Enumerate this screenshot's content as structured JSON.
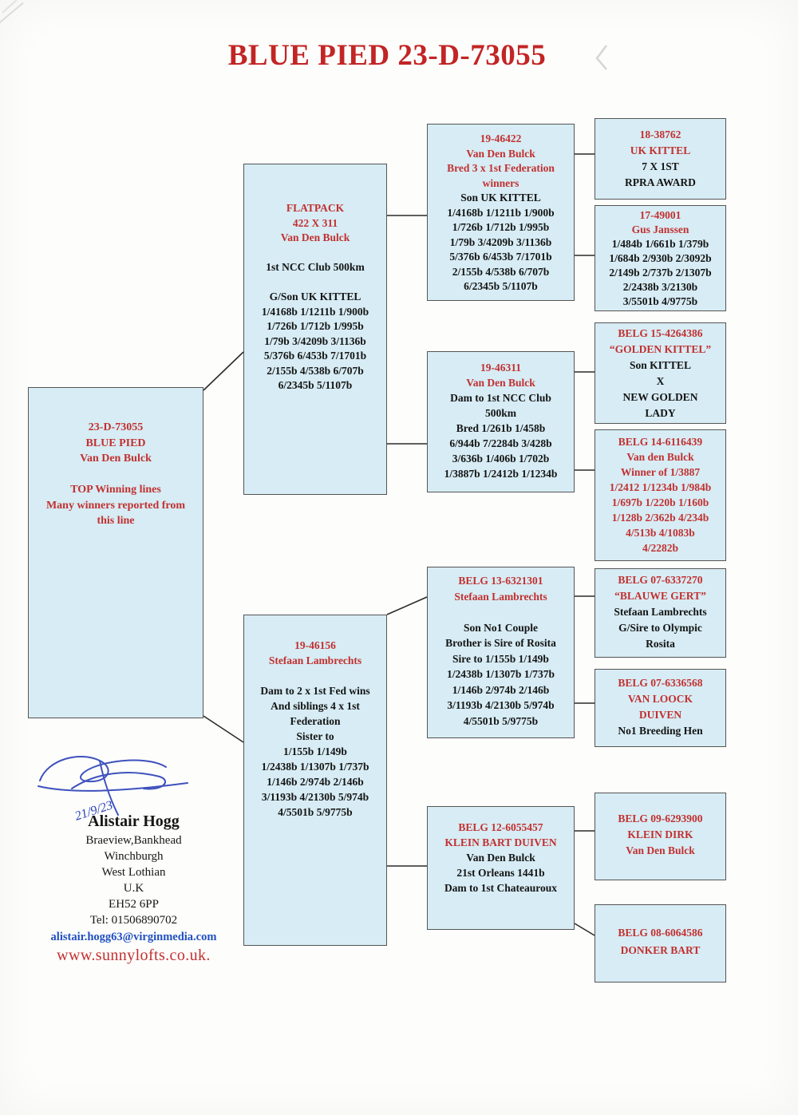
{
  "title": "BLUE PIED 23-D-73055",
  "colors": {
    "title_red": "#c22525",
    "box_header_red": "#c23030",
    "body_black": "#141414",
    "box_fill": "#d7ecf4",
    "box_border": "#555555",
    "email_blue": "#1f4fc0",
    "website_red": "#c23030",
    "signature_blue": "#2a3fb8"
  },
  "boxes": {
    "subject": {
      "lines": [
        {
          "t": "23-D-73055",
          "c": "r"
        },
        {
          "t": "BLUE PIED",
          "c": "r"
        },
        {
          "t": "Van Den Bulck",
          "c": "r"
        },
        {
          "t": "",
          "c": "s"
        },
        {
          "t": "TOP Winning lines",
          "c": "r"
        },
        {
          "t": "Many winners reported from",
          "c": "r"
        },
        {
          "t": "this line",
          "c": "r"
        }
      ]
    },
    "flatpack": {
      "lines": [
        {
          "t": "FLATPACK",
          "c": "r"
        },
        {
          "t": "422 X 311",
          "c": "r"
        },
        {
          "t": "Van Den Bulck",
          "c": "r"
        },
        {
          "t": "",
          "c": "s"
        },
        {
          "t": "1st NCC Club 500km",
          "c": "b"
        },
        {
          "t": "",
          "c": "s"
        },
        {
          "t": "G/Son UK KITTEL",
          "c": "b"
        },
        {
          "t": "1/4168b 1/1211b 1/900b",
          "c": "b"
        },
        {
          "t": "1/726b 1/712b 1/995b",
          "c": "b"
        },
        {
          "t": "1/79b 3/4209b 3/1136b",
          "c": "b"
        },
        {
          "t": "5/376b 6/453b 7/1701b",
          "c": "b"
        },
        {
          "t": "2/155b 4/538b 6/707b",
          "c": "b"
        },
        {
          "t": "6/2345b 5/1107b",
          "c": "b"
        }
      ]
    },
    "lam46156": {
      "lines": [
        {
          "t": "19-46156",
          "c": "r"
        },
        {
          "t": "Stefaan Lambrechts",
          "c": "r"
        },
        {
          "t": "",
          "c": "s"
        },
        {
          "t": "Dam to 2 x 1st Fed wins",
          "c": "b"
        },
        {
          "t": "And siblings 4 x 1st",
          "c": "b"
        },
        {
          "t": "Federation",
          "c": "b"
        },
        {
          "t": "Sister to",
          "c": "b"
        },
        {
          "t": "1/155b 1/149b",
          "c": "b"
        },
        {
          "t": "1/2438b 1/1307b 1/737b",
          "c": "b"
        },
        {
          "t": "1/146b 2/974b 2/146b",
          "c": "b"
        },
        {
          "t": "3/1193b 4/2130b 5/974b",
          "c": "b"
        },
        {
          "t": "4/5501b 5/9775b",
          "c": "b"
        }
      ]
    },
    "vdb46422": {
      "lines": [
        {
          "t": "19-46422",
          "c": "r"
        },
        {
          "t": "Van Den Bulck",
          "c": "r"
        },
        {
          "t": "Bred 3 x 1st Federation",
          "c": "r"
        },
        {
          "t": "winners",
          "c": "r"
        },
        {
          "t": "Son UK KITTEL",
          "c": "b"
        },
        {
          "t": "1/4168b 1/1211b 1/900b",
          "c": "b"
        },
        {
          "t": "1/726b 1/712b 1/995b",
          "c": "b"
        },
        {
          "t": "1/79b 3/4209b 3/1136b",
          "c": "b"
        },
        {
          "t": "5/376b 6/453b 7/1701b",
          "c": "b"
        },
        {
          "t": "2/155b 4/538b 6/707b",
          "c": "b"
        },
        {
          "t": "6/2345b 5/1107b",
          "c": "b"
        }
      ]
    },
    "vdb46311": {
      "lines": [
        {
          "t": "19-46311",
          "c": "r"
        },
        {
          "t": "Van Den Bulck",
          "c": "r"
        },
        {
          "t": "Dam to 1st NCC Club",
          "c": "b"
        },
        {
          "t": "500km",
          "c": "b"
        },
        {
          "t": "Bred 1/261b 1/458b",
          "c": "b"
        },
        {
          "t": "6/944b 7/2284b 3/428b",
          "c": "b"
        },
        {
          "t": "3/636b 1/406b 1/702b",
          "c": "b"
        },
        {
          "t": "1/3887b 1/2412b 1/1234b",
          "c": "b"
        }
      ]
    },
    "belg13": {
      "lines": [
        {
          "t": "BELG 13-6321301",
          "c": "r"
        },
        {
          "t": "Stefaan Lambrechts",
          "c": "r"
        },
        {
          "t": "",
          "c": "s"
        },
        {
          "t": "Son No1 Couple",
          "c": "b"
        },
        {
          "t": "Brother is Sire of Rosita",
          "c": "b"
        },
        {
          "t": "Sire to 1/155b 1/149b",
          "c": "b"
        },
        {
          "t": "1/2438b 1/1307b 1/737b",
          "c": "b"
        },
        {
          "t": "1/146b 2/974b 2/146b",
          "c": "b"
        },
        {
          "t": "3/1193b 4/2130b 5/974b",
          "c": "b"
        },
        {
          "t": "4/5501b 5/9775b",
          "c": "b"
        }
      ]
    },
    "belg12": {
      "lines": [
        {
          "t": "BELG 12-6055457",
          "c": "r"
        },
        {
          "t": "KLEIN BART DUIVEN",
          "c": "r"
        },
        {
          "t": "Van Den Bulck",
          "c": "b"
        },
        {
          "t": "21st Orleans 1441b",
          "c": "b"
        },
        {
          "t": "Dam to 1st Chateauroux",
          "c": "b"
        }
      ]
    },
    "uk18": {
      "lines": [
        {
          "t": "18-38762",
          "c": "r"
        },
        {
          "t": "UK KITTEL",
          "c": "r"
        },
        {
          "t": "7 X 1ST",
          "c": "b"
        },
        {
          "t": "RPRA AWARD",
          "c": "b"
        }
      ]
    },
    "gus17": {
      "lines": [
        {
          "t": "17-49001",
          "c": "r"
        },
        {
          "t": "Gus Janssen",
          "c": "r"
        },
        {
          "t": "1/484b 1/661b 1/379b",
          "c": "b"
        },
        {
          "t": "1/684b 2/930b 2/3092b",
          "c": "b"
        },
        {
          "t": "2/149b 2/737b 2/1307b",
          "c": "b"
        },
        {
          "t": "2/2438b 3/2130b",
          "c": "b"
        },
        {
          "t": "3/5501b 4/9775b",
          "c": "b"
        }
      ]
    },
    "belg15": {
      "lines": [
        {
          "t": "BELG 15-4264386",
          "c": "r"
        },
        {
          "t": "“GOLDEN KITTEL”",
          "c": "r"
        },
        {
          "t": "Son KITTEL",
          "c": "b"
        },
        {
          "t": "X",
          "c": "b"
        },
        {
          "t": "NEW GOLDEN",
          "c": "b"
        },
        {
          "t": "LADY",
          "c": "b"
        }
      ]
    },
    "belg14": {
      "lines": [
        {
          "t": "BELG 14-6116439",
          "c": "r"
        },
        {
          "t": "Van den Bulck",
          "c": "r"
        },
        {
          "t": "Winner of 1/3887",
          "c": "r"
        },
        {
          "t": "1/2412 1/1234b 1/984b",
          "c": "r"
        },
        {
          "t": "1/697b 1/220b 1/160b",
          "c": "r"
        },
        {
          "t": "1/128b 2/362b 4/234b",
          "c": "r"
        },
        {
          "t": "4/513b 4/1083b",
          "c": "r"
        },
        {
          "t": "4/2282b",
          "c": "r"
        }
      ]
    },
    "belg07a": {
      "lines": [
        {
          "t": "BELG 07-6337270",
          "c": "r"
        },
        {
          "t": "“BLAUWE GERT”",
          "c": "r"
        },
        {
          "t": "Stefaan Lambrechts",
          "c": "b"
        },
        {
          "t": "G/Sire to Olympic",
          "c": "b"
        },
        {
          "t": "Rosita",
          "c": "b"
        }
      ]
    },
    "belg07b": {
      "lines": [
        {
          "t": "BELG 07-6336568",
          "c": "r"
        },
        {
          "t": "VAN LOOCK",
          "c": "r"
        },
        {
          "t": "DUIVEN",
          "c": "r"
        },
        {
          "t": "No1 Breeding Hen",
          "c": "b"
        }
      ]
    },
    "belg09": {
      "lines": [
        {
          "t": "BELG 09-6293900",
          "c": "r"
        },
        {
          "t": "KLEIN DIRK",
          "c": "r"
        },
        {
          "t": "Van Den Bulck",
          "c": "r"
        }
      ]
    },
    "belg08": {
      "lines": [
        {
          "t": "BELG 08-6064586",
          "c": "r"
        },
        {
          "t": "DONKER BART",
          "c": "r"
        }
      ]
    }
  },
  "signature": {
    "date": "21/9/23"
  },
  "contact": {
    "name": "Alistair Hogg",
    "address": [
      "Braeview,Bankhead",
      "Winchburgh",
      "West Lothian",
      "U.K",
      "EH52 6PP"
    ],
    "phone": "Tel: 01506890702",
    "email": "alistair.hogg63@virginmedia.com",
    "website": "www.sunnylofts.co.uk."
  }
}
